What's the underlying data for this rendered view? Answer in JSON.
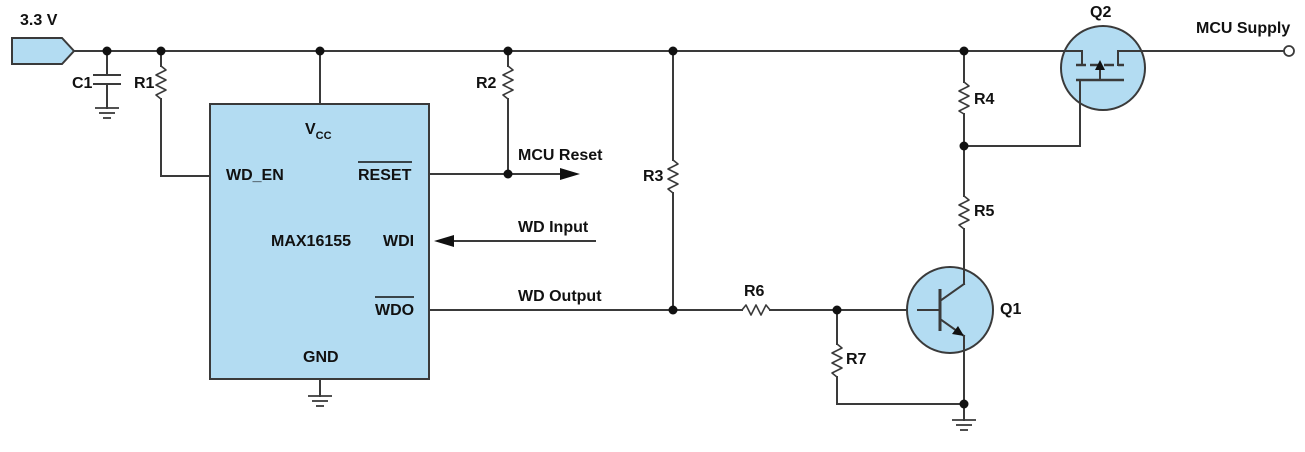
{
  "supply": {
    "voltage_label": "3.3 V",
    "output_label": "MCU Supply"
  },
  "chip": {
    "part_number": "MAX16155",
    "pins": {
      "vcc": "V",
      "vcc_sub": "CC",
      "wd_en": "WD_EN",
      "reset": "RESET",
      "wdi": "WDI",
      "wdo": "WDO",
      "gnd": "GND"
    }
  },
  "signals": {
    "mcu_reset": "MCU Reset",
    "wd_input": "WD Input",
    "wd_output": "WD Output"
  },
  "components": {
    "c1": "C1",
    "r1": "R1",
    "r2": "R2",
    "r3": "R3",
    "r4": "R4",
    "r5": "R5",
    "r6": "R6",
    "r7": "R7",
    "q1": "Q1",
    "q2": "Q2"
  },
  "colors": {
    "fill": "#b3dcf2",
    "wire": "#3a3a3a"
  }
}
